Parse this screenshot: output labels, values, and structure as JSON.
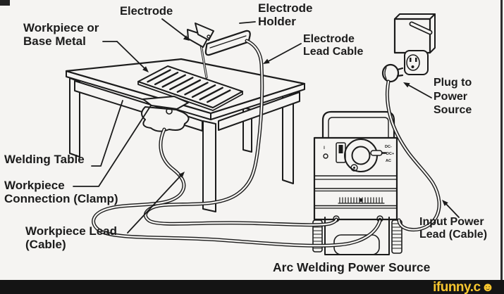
{
  "diagram": {
    "title_caption": "Arc Welding Power Source",
    "labels": {
      "electrode": "Electrode",
      "electrode_holder_1": "Electrode",
      "electrode_holder_2": "Holder",
      "workpiece_1": "Workpiece or",
      "workpiece_2": "Base Metal",
      "electrode_lead_1": "Electrode",
      "electrode_lead_2": "Lead Cable",
      "plug_1": "Plug to",
      "plug_2": "Power",
      "plug_3": "Source",
      "welding_table": "Welding Table",
      "workpiece_connection_1": "Workpiece",
      "workpiece_connection_2": "Connection (Clamp)",
      "workpiece_lead_1": "Workpiece Lead",
      "workpiece_lead_2": "(Cable)",
      "input_power_1": "Input Power",
      "input_power_2": "Lead (Cable)"
    },
    "machine_panel": {
      "power_on": "I",
      "selector_dc_neg": "DC-",
      "selector_dc_pos": "DC+",
      "selector_ac": "AC"
    },
    "colors": {
      "background": "#f5f4f2",
      "ink": "#1b1b1b",
      "watermark_yellow": "#f7c62f",
      "bar_black": "#141414"
    }
  },
  "watermark": {
    "site": "ifunny.c",
    "smiley": "☻"
  }
}
